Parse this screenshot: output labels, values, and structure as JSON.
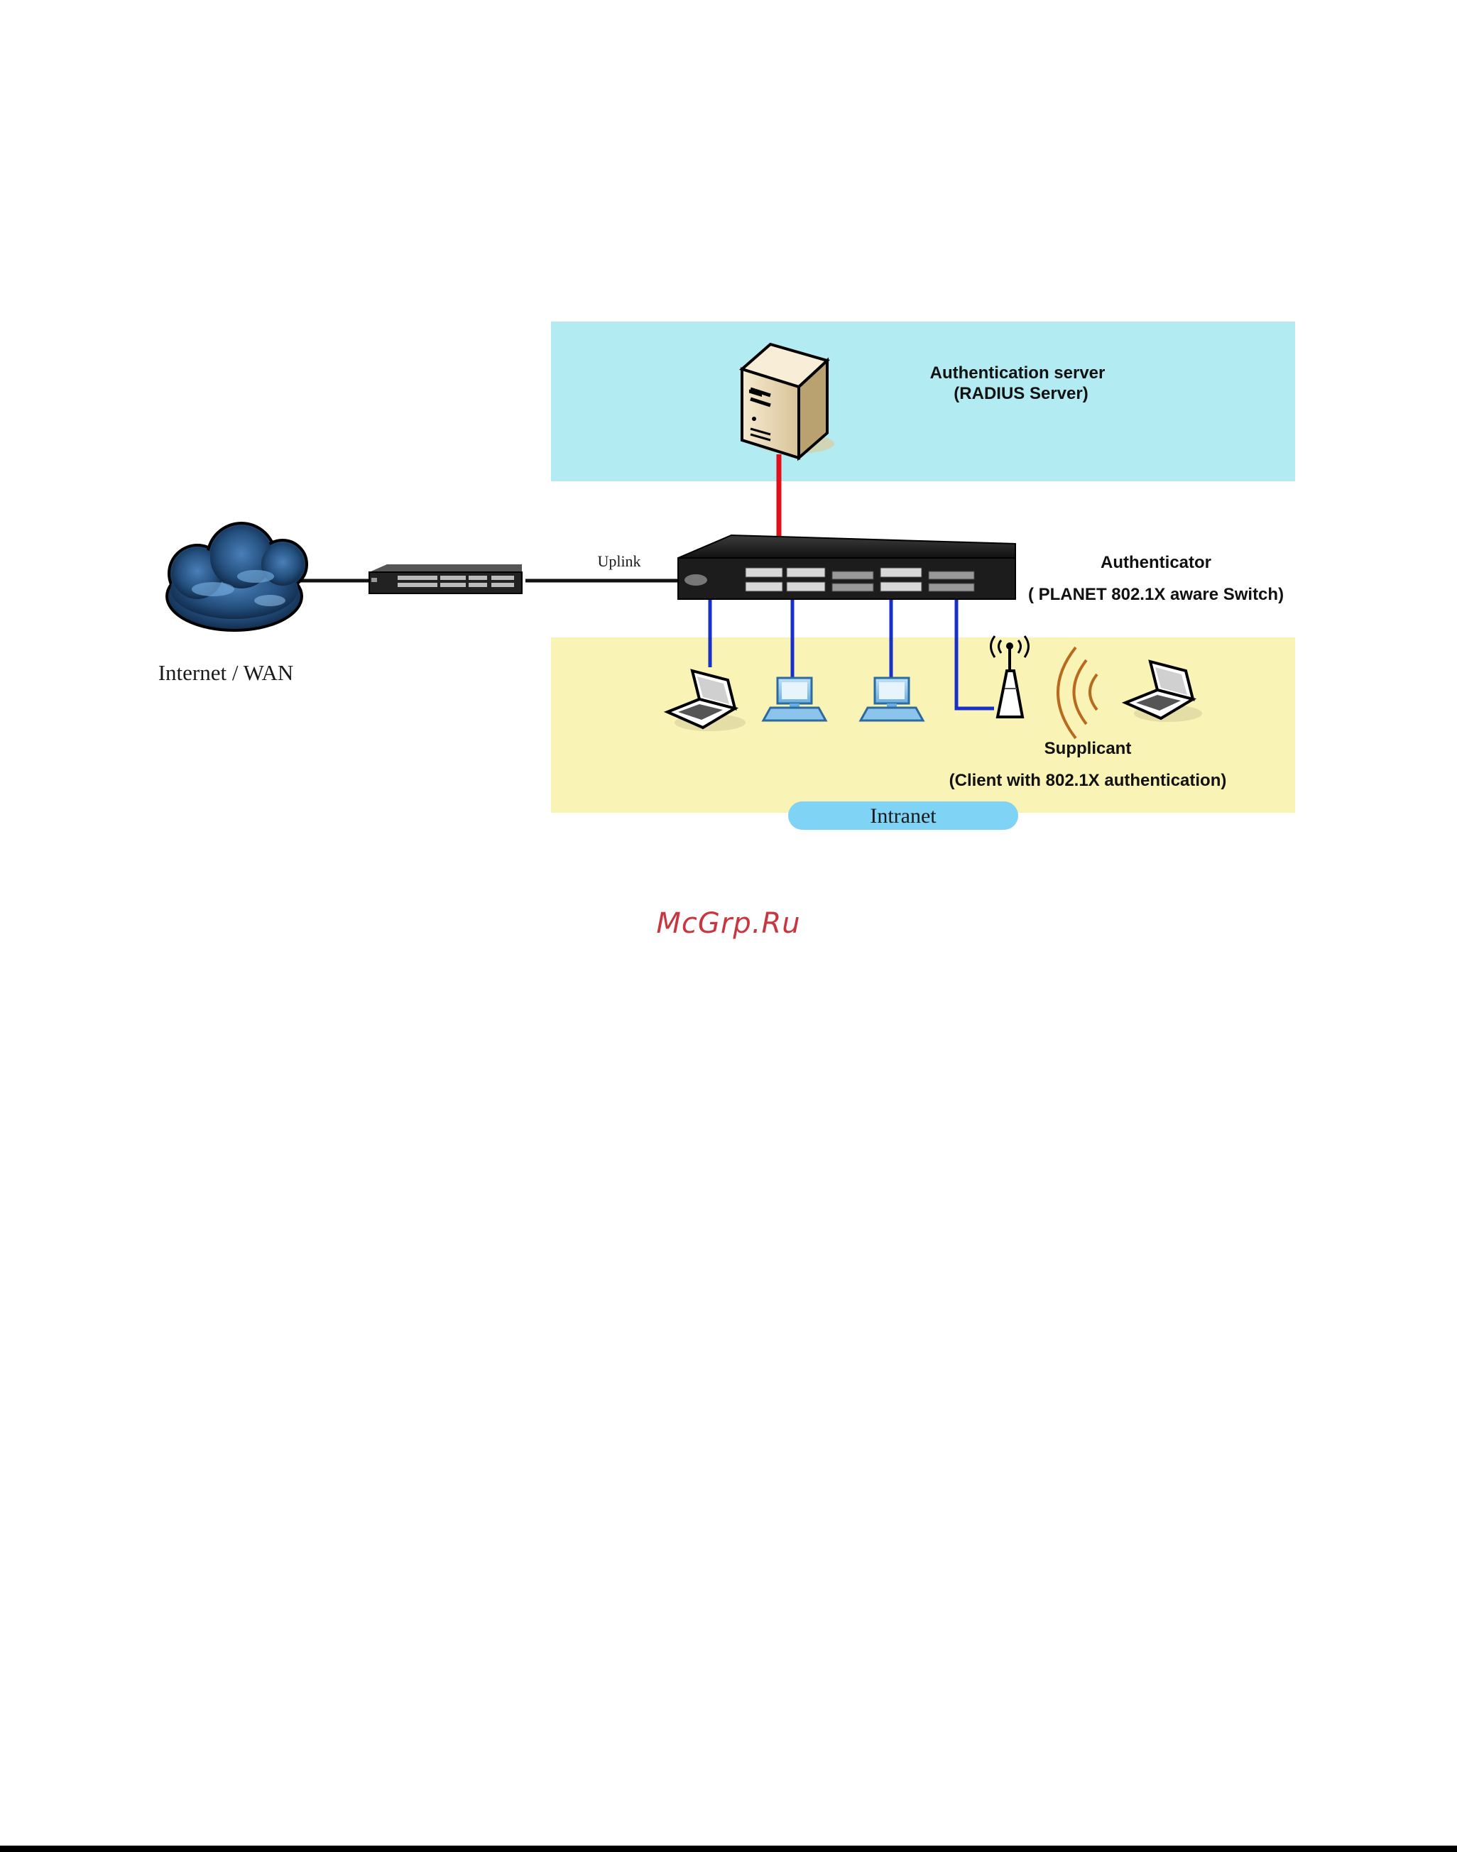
{
  "zones": {
    "auth_server": {
      "line1": "Authentication server",
      "line2": "(RADIUS Server)",
      "fill": "#b2ebf2"
    },
    "intranet": {
      "label": "Intranet",
      "fill": "#f9f3b5",
      "pill_fill": "#7fd3f5"
    }
  },
  "labels": {
    "internet": "Internet / WAN",
    "uplink": "Uplink",
    "authenticator_line1": "Authenticator",
    "authenticator_line2": "( PLANET 802.1X aware Switch)",
    "supplicant_line1": "Supplicant",
    "supplicant_line2": "(Client with 802.1X authentication)"
  },
  "watermark": "McGrp.Ru",
  "colors": {
    "server_link": "#e0101a",
    "lan_link": "#1830c8",
    "wan_link": "#111111",
    "wireless_waves": "#b86a1e"
  },
  "icons": [
    "cloud-icon",
    "switch-icon",
    "server-icon",
    "laptop-icon",
    "desktop-icon",
    "access-point-icon",
    "wireless-waves-icon"
  ]
}
